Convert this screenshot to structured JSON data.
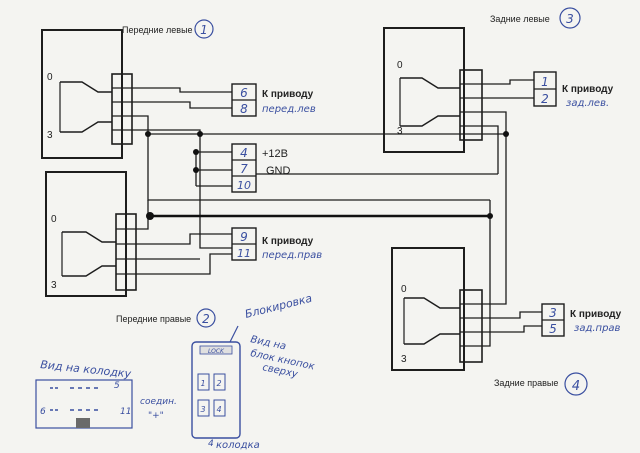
{
  "labels": {
    "front_left": "Передние левые",
    "front_left_num": "1",
    "rear_left": "Задние левые",
    "rear_left_num": "3",
    "front_right": "Передние правые",
    "front_right_num": "2",
    "rear_right": "Задние правые",
    "rear_right_num": "4"
  },
  "switch_positions": {
    "open": "0",
    "closed": "3"
  },
  "terminals": {
    "t6": "6",
    "t8": "8",
    "t4": "4",
    "t7": "7",
    "t10": "10",
    "t9": "9",
    "t11": "11",
    "t1": "1",
    "t2": "2",
    "t3": "3",
    "t5": "5"
  },
  "annotations": {
    "to_drive": "К приводу",
    "front_left_note": "перед.лев",
    "front_right_note": "перед.прав",
    "rear_left_note": "зад.лев.",
    "rear_right_note": "зад.прав",
    "power": "+12В",
    "ground": "GND"
  },
  "inset": {
    "connector_view": "Вид на колодку",
    "pin5": "5",
    "pin6": "6",
    "pin11": "11",
    "joined_note": "соедин.",
    "plus_note": "\"+\"",
    "lock_label": "Блокировка",
    "lock_text": "LOCK",
    "top_view_l1": "Вид на",
    "top_view_l2": "блок кнопок",
    "top_view_l3": "сверху",
    "btn1": "1",
    "btn2": "2",
    "btn3": "3",
    "btn4": "4",
    "block_label": "колодка",
    "block_num": "4"
  }
}
